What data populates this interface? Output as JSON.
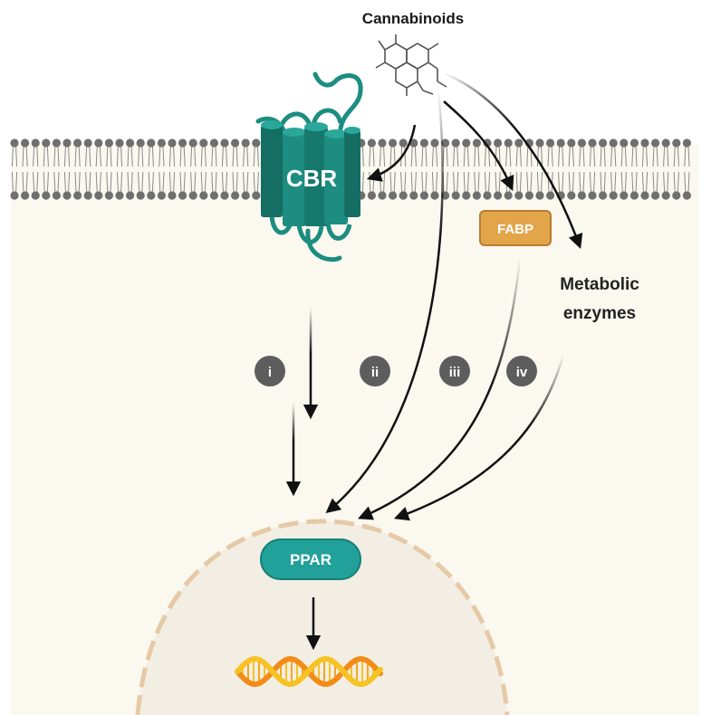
{
  "labels": {
    "cannabinoids": "Cannabinoids",
    "cbr": "CBR",
    "fabp": "FABP",
    "metabolic_line1": "Metabolic",
    "metabolic_line2": "enzymes",
    "ppar": "PPAR"
  },
  "pathways": [
    "i",
    "ii",
    "iii",
    "iv"
  ],
  "colors": {
    "cytoplasm": "#fbf8ef",
    "nucleus": "#f2eee3",
    "envelope": "#e6c9a6",
    "receptor": "#1c8d80",
    "receptor_dark": "#146e63",
    "fabp_fill": "#e2a54a",
    "fabp_border": "#b97c32",
    "ppar": "#21a19a",
    "badge": "#5d5d5d",
    "arrow": "#111111",
    "dna_orange": "#f28c18",
    "dna_yellow": "#f7c224"
  },
  "icons": [
    "cannabinoid-molecule-icon",
    "dna-helix-icon",
    "lipid-bilayer-icon"
  ]
}
